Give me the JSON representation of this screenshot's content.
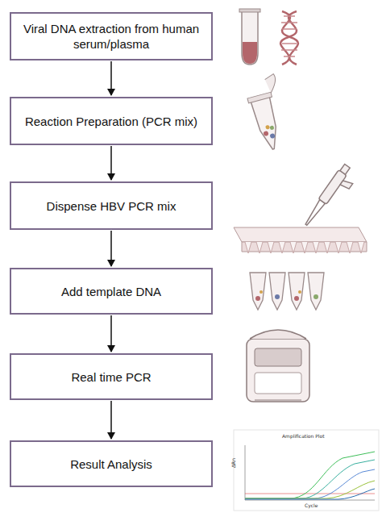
{
  "diagram": {
    "nodes": [
      {
        "text": [
          "Viral DNA extraction from human serum/plasma"
        ]
      },
      {
        "text": [
          "Reaction Preparation (PCR mix)"
        ]
      },
      {
        "text": [
          "Dispense HBV PCR mix"
        ]
      },
      {
        "text": [
          "Add template DNA"
        ]
      },
      {
        "text": [
          "Real time PCR"
        ]
      },
      {
        "text": [
          "Result Analysis"
        ]
      }
    ],
    "edges": [
      {
        "from": 0,
        "to": 1,
        "arrow": "to"
      },
      {
        "from": 1,
        "to": 2,
        "arrow": "to"
      },
      {
        "from": 2,
        "to": 3,
        "arrow": "to"
      },
      {
        "from": 3,
        "to": 4,
        "arrow": "to"
      },
      {
        "from": 4,
        "to": 5,
        "arrow": "to"
      }
    ],
    "labels": [
      "Amplification Plot",
      "ΔRn",
      "Cycle"
    ]
  }
}
